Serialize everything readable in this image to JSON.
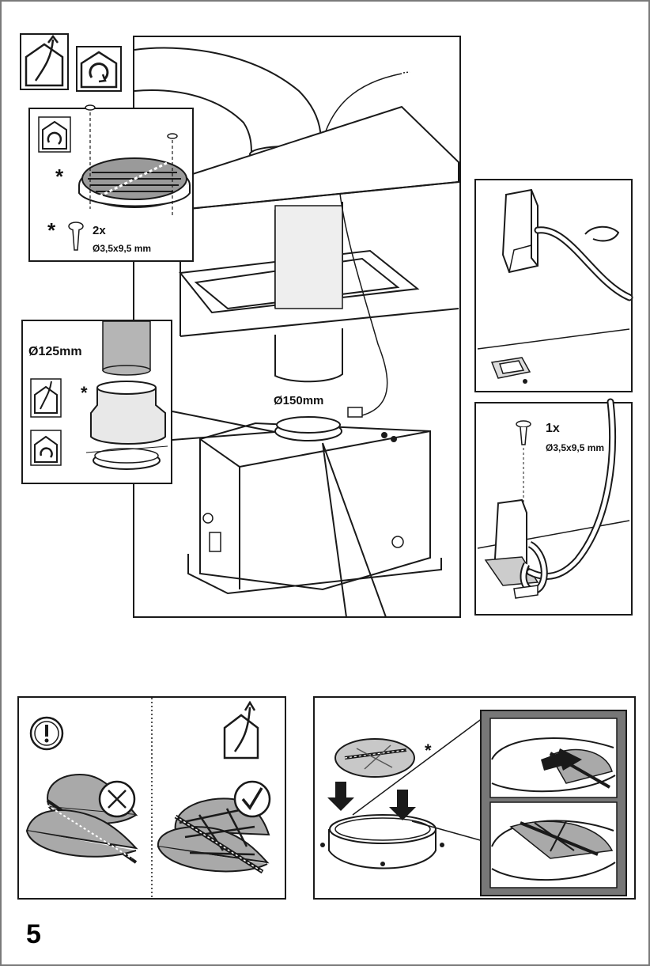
{
  "page_number": "5",
  "screw_panel": {
    "asterisk": "*",
    "quantity": "2x",
    "size": "Ø3,5x9,5 mm"
  },
  "main_panel": {
    "duct_diameter": "Ø150mm"
  },
  "reducer_panel": {
    "diameter": "Ø125mm",
    "asterisk": "*"
  },
  "cable_panel": {
    "quantity": "1x",
    "size": "Ø3,5x9,5 mm"
  },
  "valve_panel": {
    "asterisk": "*"
  },
  "colors": {
    "line": "#1a1a1a",
    "grey_fill": "#a9a9a9",
    "light_fill": "#e4e4e4"
  }
}
